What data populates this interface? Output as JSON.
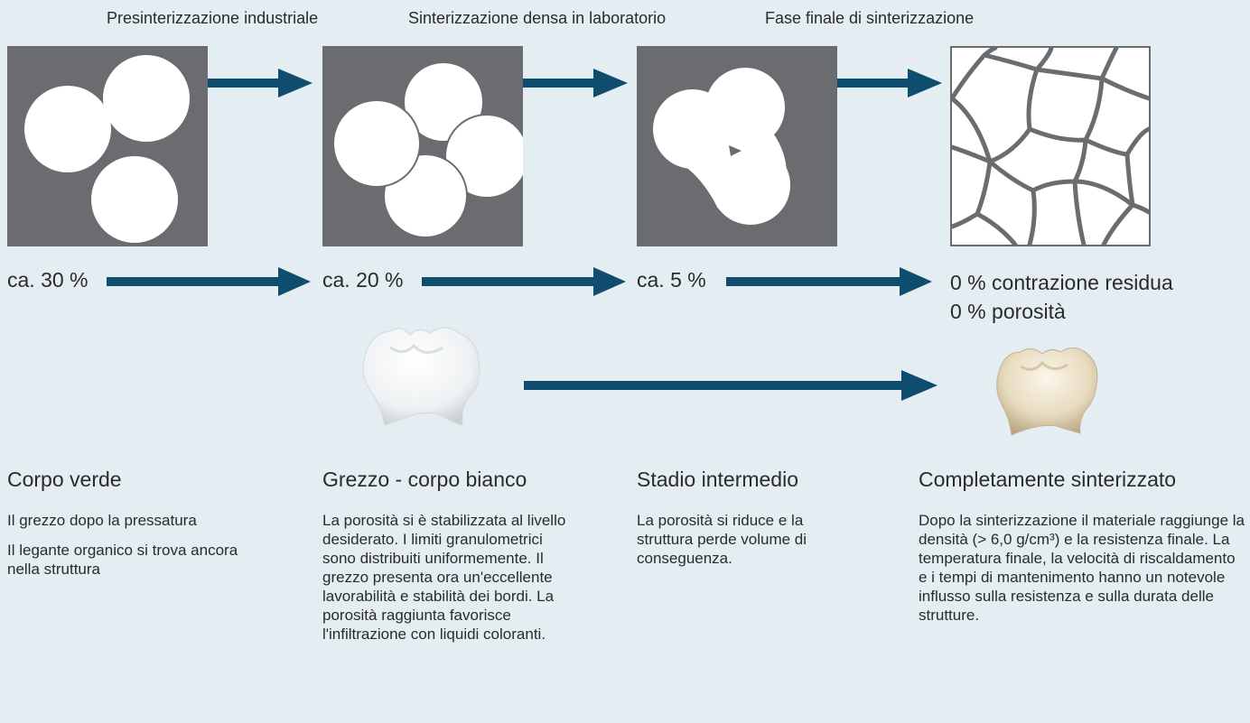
{
  "stages": {
    "titles": [
      "Presinterizzazione industriale",
      "Sinterizzazione densa in laboratorio",
      "Fase finale di sinterizzazione"
    ]
  },
  "shrinkage": {
    "values": [
      "ca. 30 %",
      "ca. 20 %",
      "ca. 5 %"
    ],
    "final_line1": "0 % contrazione residua",
    "final_line2": "0 % porosità"
  },
  "columns": [
    {
      "heading": "Corpo verde",
      "paragraphs": [
        "Il grezzo dopo la pressatura",
        "Il legante organico si trova ancora nella struttura"
      ]
    },
    {
      "heading": "Grezzo - corpo bianco",
      "paragraphs": [
        "La porosità si è stabilizzata al livello desiderato. I limiti granulometrici sono distribuiti uniformemente. Il grezzo presenta ora un'eccellente lavorabilità e stabilità dei bordi. La porosità raggiunta favorisce l'infiltrazione con liquidi coloranti."
      ]
    },
    {
      "heading": "Stadio intermedio",
      "paragraphs": [
        "La porosità si riduce e la struttura perde volume di conseguenza."
      ]
    },
    {
      "heading": "Completamente sinterizzato",
      "paragraphs": [
        "Dopo la sinterizzazione il materiale raggiunge la densità (> 6,0 g/cm³) e la resistenza finale. La temperatura finale, la velocità di riscaldamento e i tempi di mantenimento hanno un notevole influsso sulla resistenza e sulla durata delle strutture."
      ]
    }
  ],
  "colors": {
    "background": "#e3edf2",
    "panel": "#6a6c6f",
    "arrow": "#0e4d6e",
    "grain": "#ffffff"
  }
}
